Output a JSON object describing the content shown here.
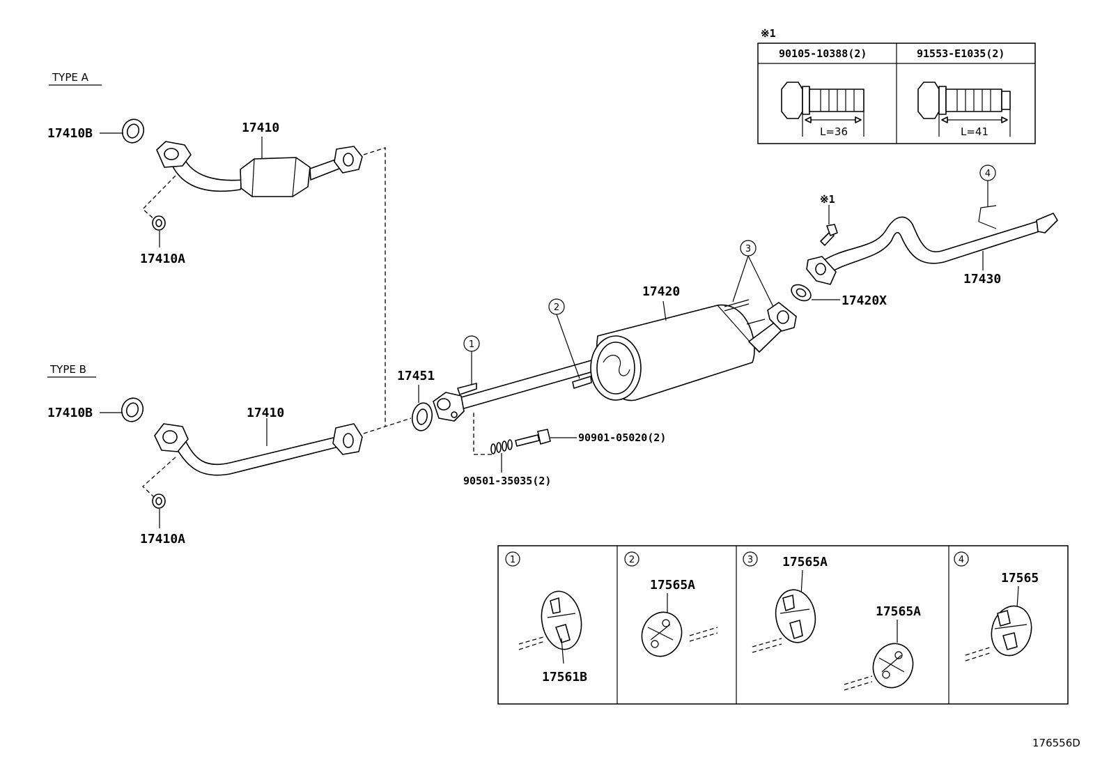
{
  "diagram_id": "176556D",
  "types": {
    "type_a": "TYPE A",
    "type_b": "TYPE B"
  },
  "labels": {
    "a_gasket": "17410B",
    "a_pipe": "17410",
    "a_nut": "17410A",
    "b_gasket": "17410B",
    "b_pipe": "17410",
    "b_nut": "17410A",
    "gasket_17451": "17451",
    "muffler": "17420",
    "gasket_17420x": "17420X",
    "tail_pipe": "17430",
    "bolt_main": "90901-05020(2)",
    "spring": "90501-35035(2)",
    "ref_1": "※1"
  },
  "callouts": {
    "c1": "1",
    "c2": "2",
    "c3": "3",
    "c4": "4"
  },
  "bolt_table": {
    "title": "※1",
    "col1_part": "90105-10388(2)",
    "col1_length": "L=36",
    "col2_part": "91553-E1035(2)",
    "col2_length": "L=41"
  },
  "hanger_table": {
    "cell1_num": "1",
    "cell1_part": "17561B",
    "cell2_num": "2",
    "cell2_part": "17565A",
    "cell3_num": "3",
    "cell3_part_a": "17565A",
    "cell3_part_b": "17565A",
    "cell4_num": "4",
    "cell4_part": "17565"
  }
}
